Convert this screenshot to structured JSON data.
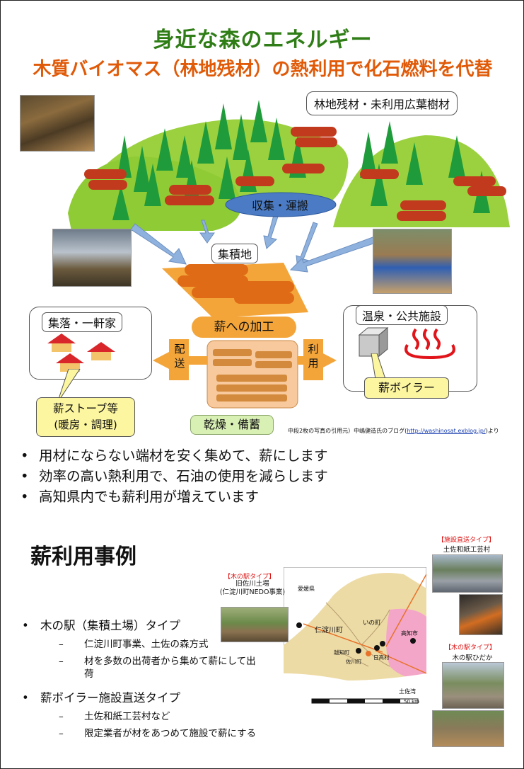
{
  "title": "身近な森のエネルギー",
  "subtitle": "木質バイオマス（林地残材）の熱利用で化石燃料を代替",
  "diagram": {
    "forest_label": "林地残材・未利用広葉樹材",
    "collect_label": "収集・運搬",
    "yard_label": "集積地",
    "process_label": "薪への加工",
    "dry_label": "乾燥・備蓄",
    "deliver_label": "配送",
    "use_label": "利用",
    "village_label": "集落・一軒家",
    "stove_label": "薪ストーブ等\n(暖房・調理)",
    "onsen_label": "温泉・公共施設",
    "boiler_label": "薪ボイラー",
    "credit": "中段2枚の写真の引用元）中嶋健造氏のブログ(",
    "credit_url": "http://washinosat.exblog.jp/",
    "credit_tail": ")より"
  },
  "bullets": [
    "用材にならない端材を安く集めて、薪にします",
    "効率の高い熱利用で、石油の使用を減らします",
    "高知県内でも薪利用が増えています"
  ],
  "cases": {
    "heading": "薪利用事例",
    "items": [
      {
        "label": "木の駅（集積土場）タイプ",
        "subs": [
          "仁淀川町事業、土佐の森方式",
          "材を多数の出荷者から集めて薪にして出荷"
        ]
      },
      {
        "label": "薪ボイラー施設直送タイプ",
        "subs": [
          "土佐和紙工芸村など",
          "限定業者が材をあつめて施設で薪にする"
        ]
      }
    ]
  },
  "map": {
    "tag_a": "【木の駅タイプ】",
    "cap_a": "旧佐川土場\n(仁淀川町NEDO事業)",
    "tag_b": "【施設直送タイプ】",
    "cap_b": "土佐和紙工芸村",
    "tag_c": "【木の駅タイプ】",
    "cap_c": "木の駅ひだか",
    "ehime": "愛媛県",
    "niyodo": "仁淀川町",
    "ino": "いの町",
    "kochi": "高知市",
    "sakawa": "佐川町",
    "ochi": "越知町",
    "hidaka": "日高村",
    "tosawan": "土佐湾",
    "scale": "50 km"
  }
}
